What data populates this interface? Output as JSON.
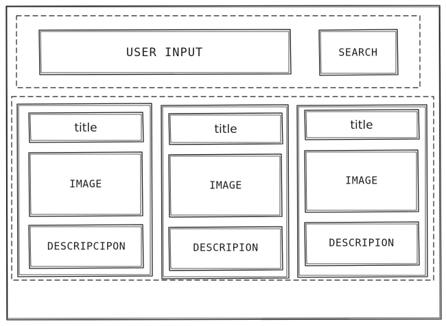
{
  "header": {
    "input_label": "USER INPUT",
    "search_label": "SEARCH"
  },
  "cards": [
    {
      "title": "title",
      "image_label": "IMAGE",
      "description": "DESCRIPCIPON"
    },
    {
      "title": "title",
      "image_label": "IMAGE",
      "description": "DESCRIPION"
    },
    {
      "title": "title",
      "image_label": "IMAGE",
      "description": "DESCRIPION"
    }
  ],
  "colors": {
    "ink": "#1e1e1e",
    "background": "#ffffff"
  }
}
